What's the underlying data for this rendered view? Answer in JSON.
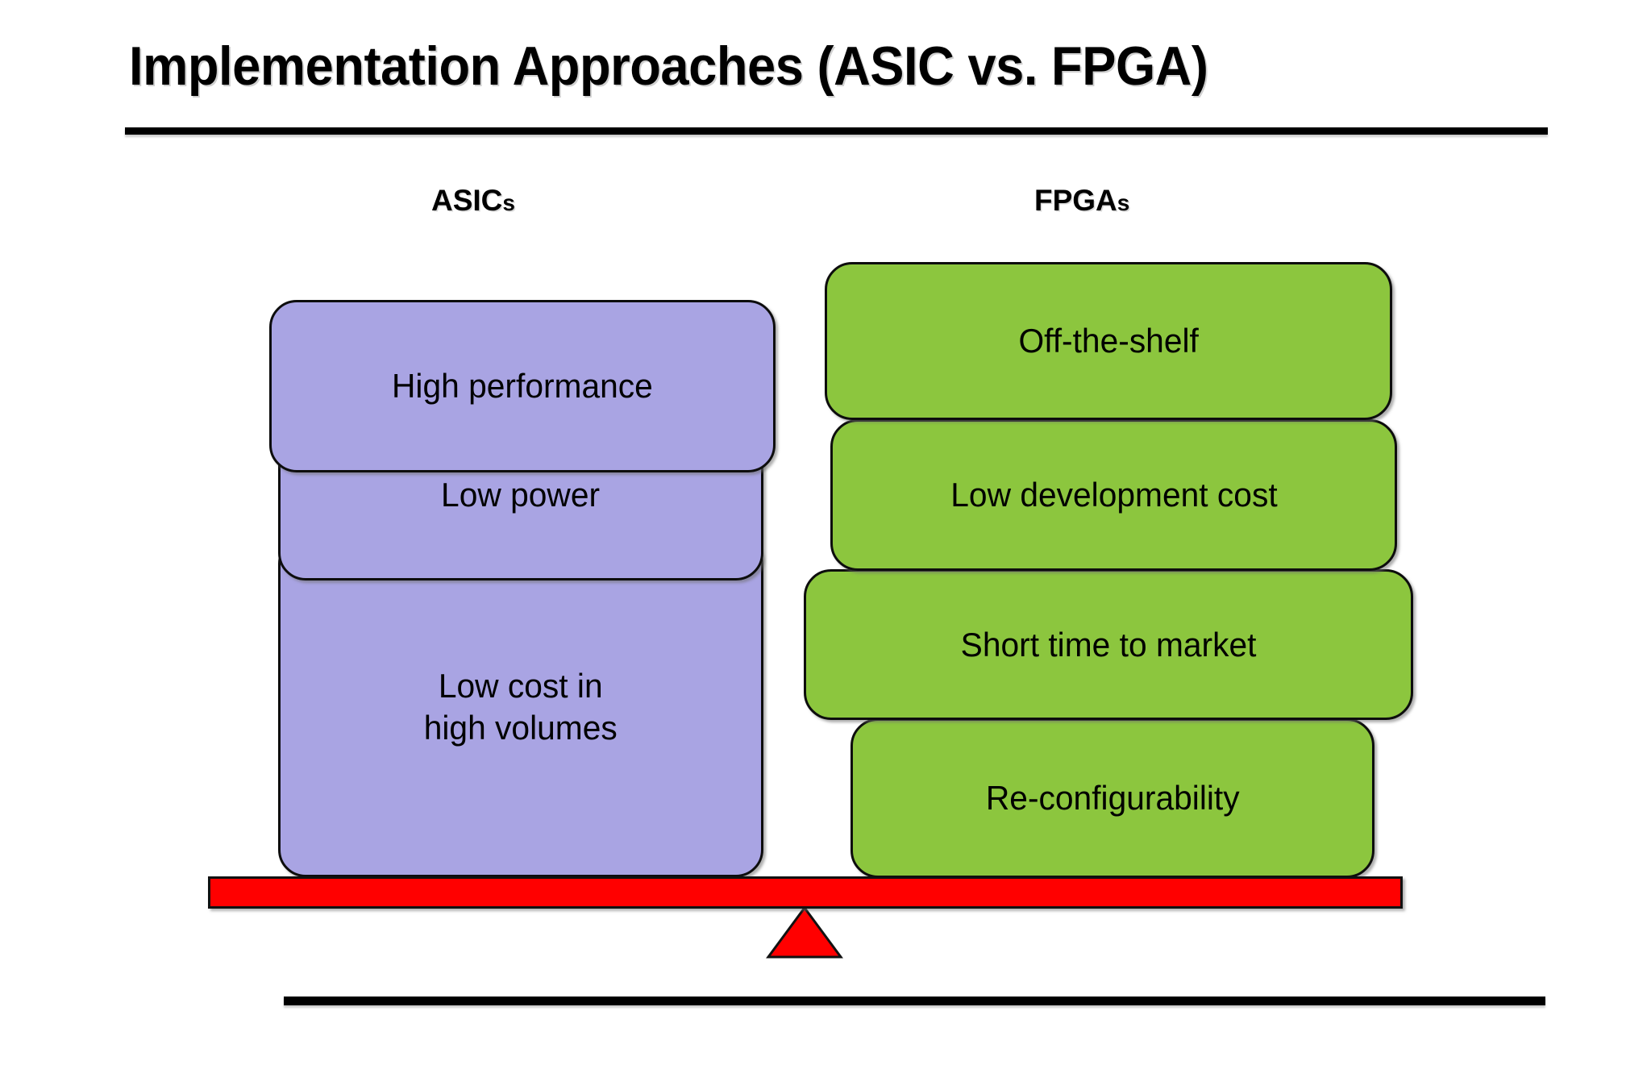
{
  "slide": {
    "title": "Implementation Approaches (ASIC vs. FPGA)",
    "background_color": "#FFFFFF",
    "rule_color": "#000000"
  },
  "columns": [
    {
      "id": "asics",
      "header_main": "ASIC",
      "header_suffix": "s",
      "box_color": "#A9A4E3",
      "items": [
        {
          "label": "High performance"
        },
        {
          "label": "Low power"
        },
        {
          "label": "Low cost in",
          "label_line2": "high volumes"
        }
      ]
    },
    {
      "id": "fpgas",
      "header_main": "FPGA",
      "header_suffix": "s",
      "box_color": "#8CC63E",
      "items": [
        {
          "label": "Off-the-shelf"
        },
        {
          "label": "Low development cost"
        },
        {
          "label": "Short time to market"
        },
        {
          "label": "Re-configurability"
        }
      ]
    }
  ],
  "balance": {
    "lever_color": "#FF0000",
    "fulcrum_color": "#FF0000",
    "fulcrum_name": "balance-fulcrum"
  }
}
